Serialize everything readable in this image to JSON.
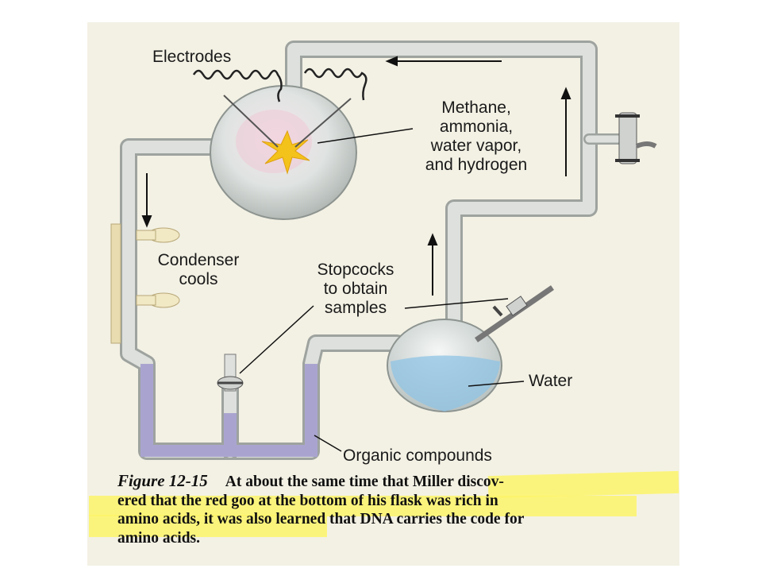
{
  "labels": {
    "electrodes": "Electrodes",
    "gases": [
      "Methane,",
      "ammonia,",
      "water vapor,",
      "and hydrogen"
    ],
    "condenser": [
      "Condenser",
      "cools"
    ],
    "stopcocks": [
      "Stopcocks",
      "to obtain",
      "samples"
    ],
    "water": "Water",
    "organic": "Organic compounds"
  },
  "caption": {
    "figure": "Figure 12-15",
    "text": "At about the same time that Miller discovered the red goo at the bottom of his flask was rich in amino acids, it was also learned that DNA carries the code for amino acids.",
    "lines": [
      "At about the same time that Miller discov-",
      "ered that the red goo at the bottom of his flask was rich in",
      "amino acids, it was also learned that DNA carries the code for",
      "amino acids."
    ]
  },
  "colors": {
    "tube": "#dde0dc",
    "tube_edge": "#9ea39f",
    "liquid": "#a9a4cf",
    "water": "#8fc3e4",
    "spark": "#f3c21b",
    "highlight": "#fbf46a",
    "condenser": "#e8dcb0"
  }
}
